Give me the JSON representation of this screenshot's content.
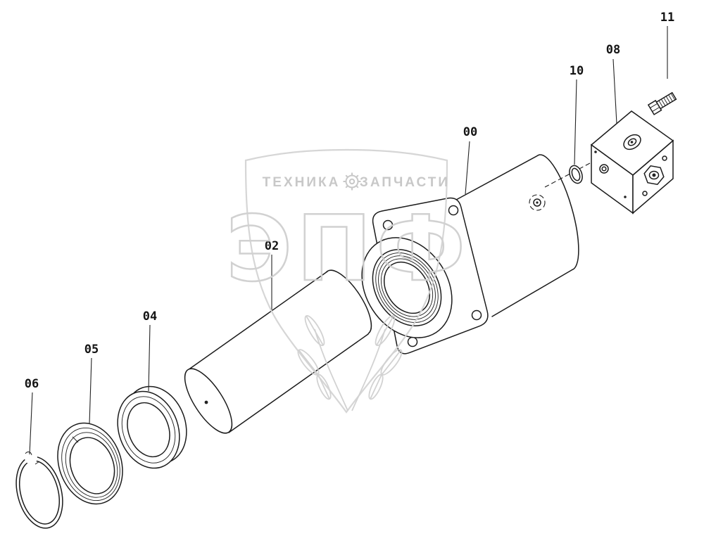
{
  "page": {
    "background": "#ffffff",
    "content_type": "exploded-parts-diagram"
  },
  "diagram": {
    "line_color": "#1b1b1b",
    "parts": [
      {
        "label": "00"
      },
      {
        "label": "02"
      },
      {
        "label": "04"
      },
      {
        "label": "05"
      },
      {
        "label": "06"
      },
      {
        "label": "08"
      },
      {
        "label": "10"
      },
      {
        "label": "11"
      }
    ]
  },
  "watermark": {
    "shape_color": "#d4d4d4",
    "text_color": "#c6c6c6",
    "header_left": "ТЕХНИКА",
    "header_right": "ЗАПЧАСТИ",
    "logo": "ЭПФ",
    "icons": {
      "gear": "⚙"
    }
  }
}
